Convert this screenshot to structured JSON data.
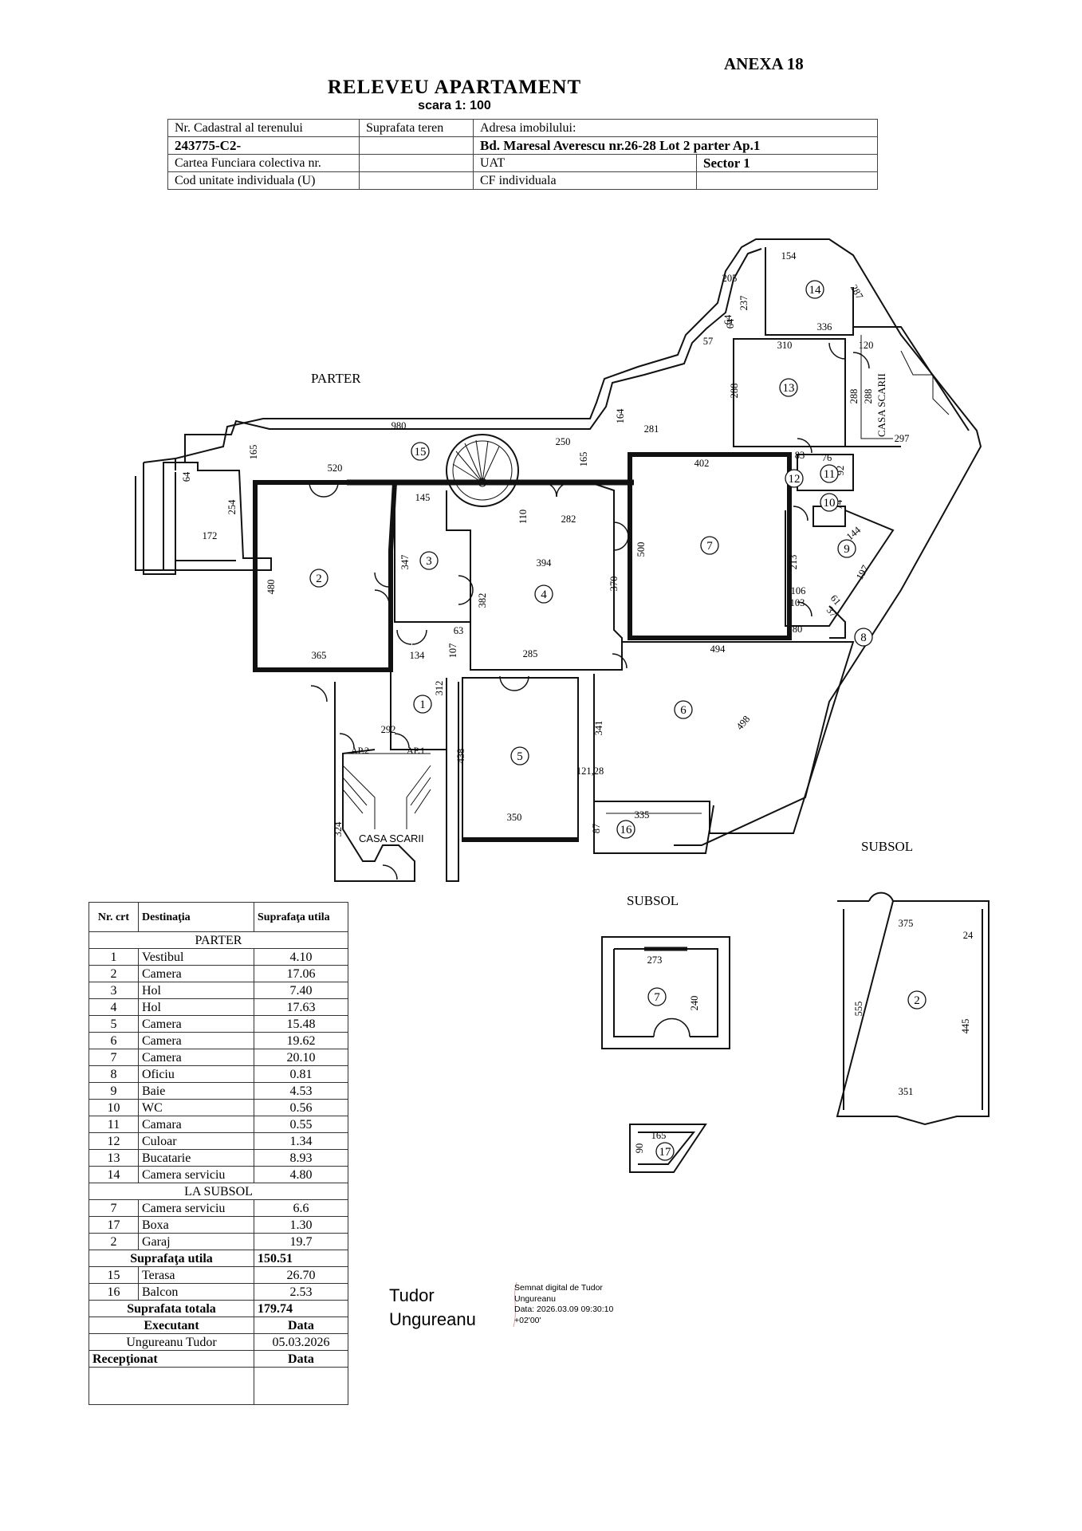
{
  "header": {
    "annex": "ANEXA 18",
    "title": "RELEVEU  APARTAMENT",
    "scale": "scara 1: 100"
  },
  "id_table": {
    "row1": [
      "Nr. Cadastral al terenului",
      "Suprafata  teren",
      "Adresa imobilului:",
      ""
    ],
    "row2": [
      "243775-C2-",
      "",
      "Bd. Maresal Averescu nr.26-28  Lot 2  parter  Ap.1",
      ""
    ],
    "row3": [
      "Cartea Funciara colectiva nr.",
      "",
      "UAT",
      "Sector 1"
    ],
    "row4": [
      "Cod unitate  individuala (U)",
      "",
      "CF individuala",
      ""
    ]
  },
  "plan": {
    "parter_label": "PARTER",
    "subsol_label_1": "SUBSOL",
    "subsol_label_2": "SUBSOL",
    "casa_scarii_1": "CASA SCARII",
    "casa_scarii_2": "CASA SCARII",
    "ap1": "AP.1",
    "ap2": "AP.2",
    "dims": [
      "980",
      "165",
      "64",
      "254",
      "172",
      "520",
      "145",
      "347",
      "480",
      "365",
      "134",
      "63",
      "107",
      "312",
      "292",
      "324",
      "110",
      "282",
      "250",
      "165",
      "394",
      "382",
      "370",
      "285",
      "438",
      "350",
      "341",
      "121,28",
      "87",
      "335",
      "500",
      "402",
      "494",
      "498",
      "281",
      "164",
      "57",
      "64",
      "205",
      "237",
      "64",
      "154",
      "287",
      "336",
      "310",
      "120",
      "288",
      "288",
      "288",
      "297",
      "83",
      "76",
      "92",
      "74",
      "213",
      "144",
      "197",
      "106",
      "103",
      "80",
      "61",
      "37",
      "273",
      "240",
      "375",
      "24",
      "555",
      "445",
      "351",
      "165",
      "90"
    ],
    "room_numbers": [
      "1",
      "2",
      "3",
      "4",
      "5",
      "6",
      "7",
      "8",
      "9",
      "10",
      "11",
      "12",
      "13",
      "14",
      "15",
      "16",
      "7",
      "2",
      "17"
    ]
  },
  "rooms_table": {
    "headers": [
      "Nr. crt",
      "Destinaţia",
      "Suprafaţa utila"
    ],
    "section_parter": "PARTER",
    "parter": [
      [
        "1",
        "Vestibul",
        "4.10"
      ],
      [
        "2",
        "Camera",
        "17.06"
      ],
      [
        "3",
        "Hol",
        "7.40"
      ],
      [
        "4",
        "Hol",
        "17.63"
      ],
      [
        "5",
        "Camera",
        "15.48"
      ],
      [
        "6",
        "Camera",
        "19.62"
      ],
      [
        "7",
        "Camera",
        "20.10"
      ],
      [
        "8",
        "Oficiu",
        "0.81"
      ],
      [
        "9",
        "Baie",
        "4.53"
      ],
      [
        "10",
        "WC",
        "0.56"
      ],
      [
        "11",
        "Camara",
        "0.55"
      ],
      [
        "12",
        "Culoar",
        "1.34"
      ],
      [
        "13",
        "Bucatarie",
        "8.93"
      ],
      [
        "14",
        "Camera  serviciu",
        "4.80"
      ]
    ],
    "section_subsol": "LA SUBSOL",
    "subsol": [
      [
        "7",
        "Camera serviciu",
        "6.6"
      ],
      [
        "17",
        "Boxa",
        "1.30"
      ],
      [
        "2",
        "Garaj",
        "19.7"
      ]
    ],
    "util_label": "Suprafaţa utila",
    "util_value": "150.51",
    "extra": [
      [
        "15",
        "Terasa",
        "26.70"
      ],
      [
        "16",
        "Balcon",
        "2.53"
      ]
    ],
    "total_label": "Suprafata totala",
    "total_value": "179.74",
    "exec_label": "Executant",
    "date_label": "Data",
    "exec_name": "Ungureanu  Tudor",
    "exec_date": "05.03.2026",
    "rec_label": "Recepţionat",
    "rec_date_label": "Data"
  },
  "signature": {
    "name_line1": "Tudor",
    "name_line2": "Ungureanu",
    "meta_1": "Semnat digital de Tudor",
    "meta_2": "Ungureanu",
    "meta_3": "Data: 2026.03.09 09:30:10",
    "meta_4": "+02'00'"
  }
}
